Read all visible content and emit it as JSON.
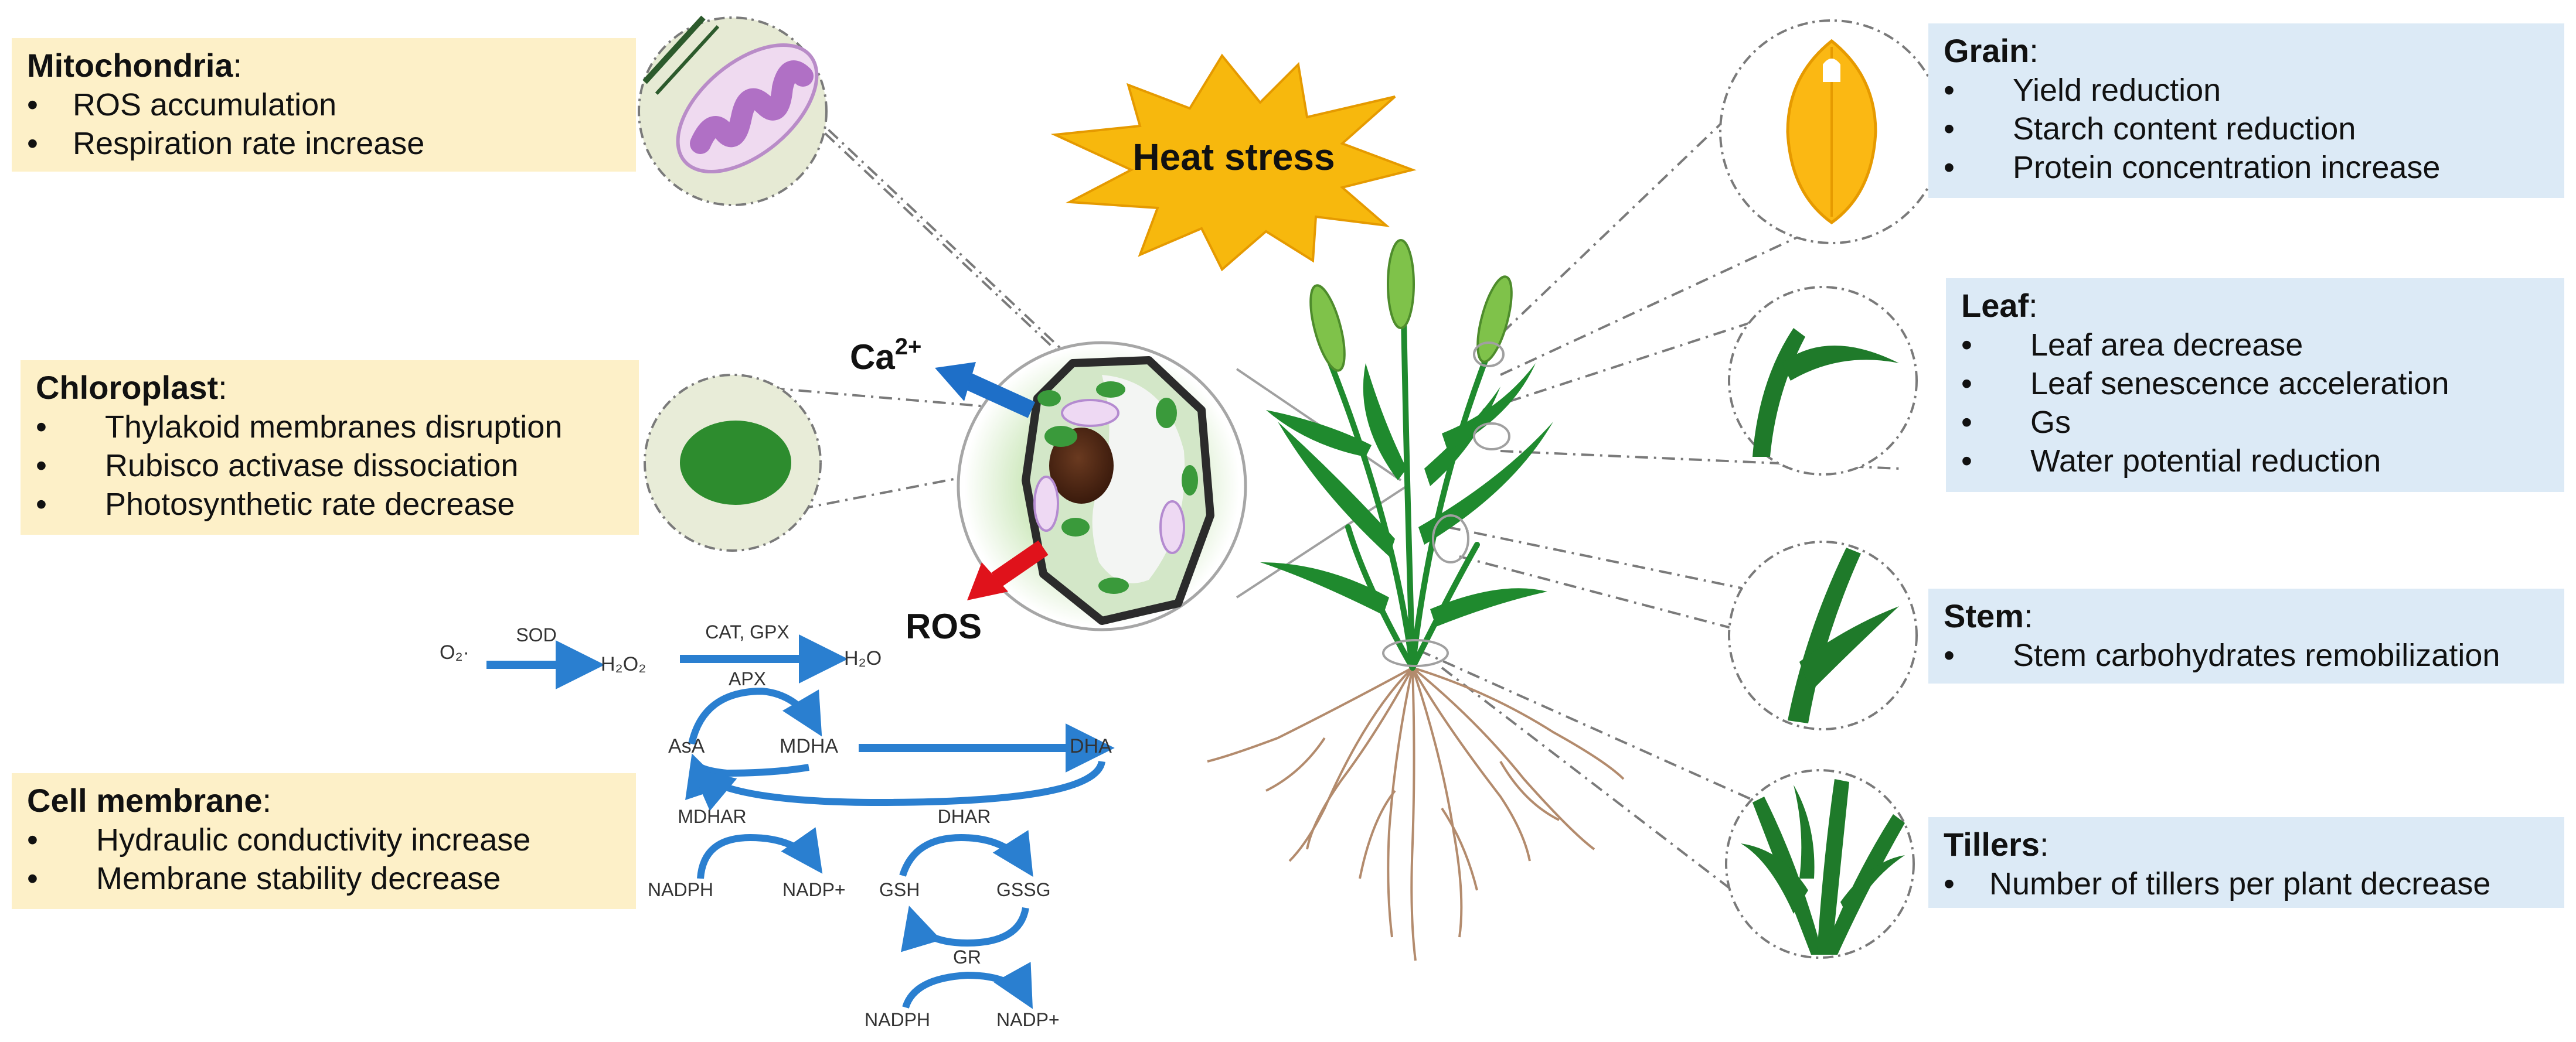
{
  "colors": {
    "yellow_box": "#fdf0c8",
    "blue_box": "#dceaf6",
    "arrow_blue": "#2a7fd0",
    "arrow_red": "#e0121b",
    "star": "#f7b80d",
    "plant_green": "#1f8a2e"
  },
  "heat_stress": "Heat stress",
  "ions": {
    "ca_base": "Ca",
    "ca_sup": "2+",
    "ros": "ROS"
  },
  "left_boxes": [
    {
      "title": "Mitochondria",
      "colon": ":",
      "items": [
        "ROS accumulation",
        "Respiration rate increase"
      ]
    },
    {
      "title": "Chloroplast",
      "colon": ":",
      "items": [
        "Thylakoid membranes disruption",
        "Rubisco activase dissociation",
        "Photosynthetic rate decrease"
      ]
    },
    {
      "title": "Cell membrane",
      "colon": ":",
      "items": [
        "Hydraulic conductivity increase",
        "Membrane stability decrease"
      ]
    }
  ],
  "right_boxes": [
    {
      "title": "Grain",
      "colon": ":",
      "items": [
        "Yield reduction",
        "Starch content reduction",
        "Protein concentration increase"
      ]
    },
    {
      "title": "Leaf",
      "colon": ":",
      "items": [
        "Leaf area decrease",
        "Leaf senescence acceleration",
        "Gs",
        "Water potential reduction"
      ]
    },
    {
      "title": "Stem",
      "colon": ":",
      "items": [
        "Stem carbohydrates remobilization"
      ]
    },
    {
      "title": "Tillers",
      "colon": ":",
      "items": [
        "Number of tillers per plant decrease"
      ]
    }
  ],
  "bullet": "•",
  "pathway": {
    "o2": "O₂·",
    "sod": "SOD",
    "h2o2": "H₂O₂",
    "cat_gpx": "CAT, GPX",
    "apx": "APX",
    "h2o": "H₂O",
    "asa": "AsA",
    "mdha": "MDHA",
    "dha": "DHA",
    "mdhar": "MDHAR",
    "dhar": "DHAR",
    "nadph": "NADPH",
    "nadp": "NADP+",
    "gsh": "GSH",
    "gssg": "GSSG",
    "gr": "GR"
  }
}
